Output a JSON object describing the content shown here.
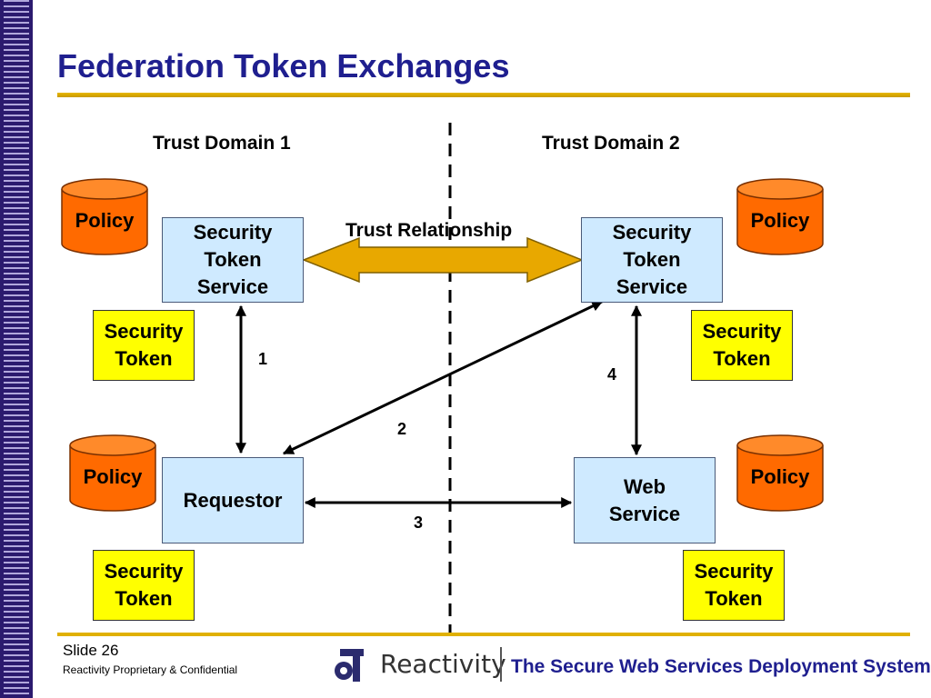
{
  "slide": {
    "title": "Federation Token Exchanges",
    "footer_slide": "Slide 26",
    "footer_conf": "Reactivity Proprietary & Confidential",
    "brand_name": "Reactivity",
    "tagline": "The Secure Web Services Deployment System"
  },
  "diagram": {
    "domain1": "Trust Domain 1",
    "domain2": "Trust Domain 2",
    "trust_relationship": "Trust Relationship",
    "sts_left": [
      "Security",
      "Token",
      "Service"
    ],
    "sts_right": [
      "Security",
      "Token",
      "Service"
    ],
    "requestor": "Requestor",
    "web_service": [
      "Web",
      "Service"
    ],
    "policy_label": "Policy",
    "token_label": [
      "Security",
      "Token"
    ],
    "arrow_labels": {
      "one": "1",
      "two": "2",
      "three": "3",
      "four": "4"
    }
  },
  "colors": {
    "title": "#1f1f8f",
    "box_fill": "#cfeaff",
    "token_fill": "#ffff00",
    "policy_fill": "#ff6a00",
    "trust_arrow": "#e8a800",
    "rule": "#e0b000"
  }
}
